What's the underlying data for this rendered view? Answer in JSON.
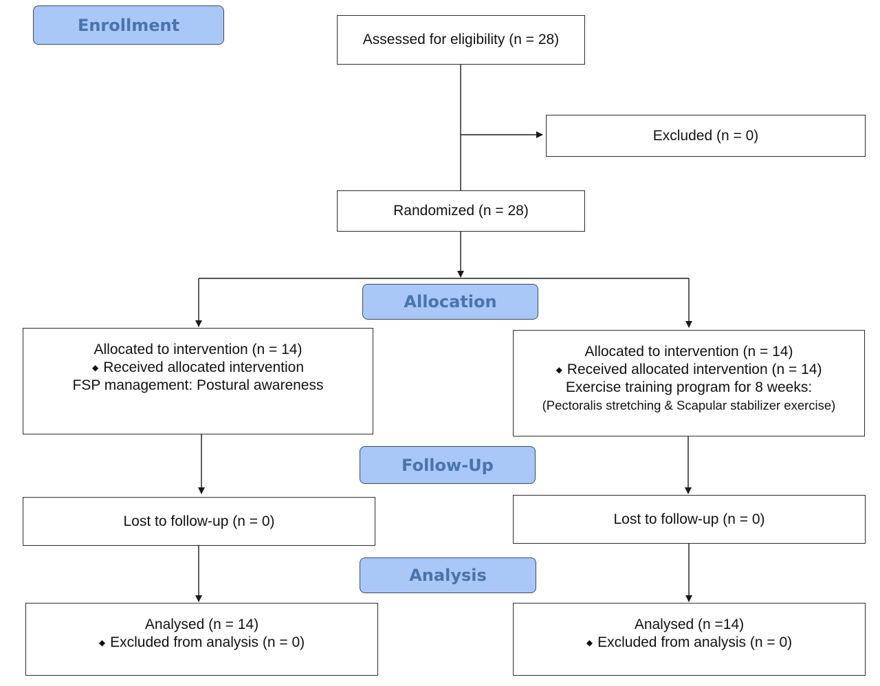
{
  "colors": {
    "stage_fill": "#a9c7f7",
    "stage_text": "#4a74ab",
    "box_border": "#2b2b2b",
    "line": "#1a1a1a"
  },
  "stages": {
    "enrollment": "Enrollment",
    "allocation": "Allocation",
    "follow_up": "Follow-Up",
    "analysis": "Analysis"
  },
  "enrollment": {
    "assessed": "Assessed for eligibility (n = 28)",
    "excluded": "Excluded (n = 0)",
    "randomized": "Randomized (n = 28)"
  },
  "left_arm": {
    "allocated": "Allocated to intervention (n = 14)",
    "received": "Received allocated intervention",
    "description": "FSP management: Postural awareness",
    "lost": "Lost to follow-up (n = 0)",
    "analysed": "Analysed (n = 14)",
    "excluded_analysis": "Excluded from analysis (n = 0)"
  },
  "right_arm": {
    "allocated": "Allocated to intervention (n = 14)",
    "received": "Received allocated intervention (n = 14)",
    "description": "Exercise training program for 8 weeks:",
    "detail": "(Pectoralis stretching & Scapular stabilizer exercise)",
    "lost": "Lost to follow-up (n = 0)",
    "analysed": "Analysed (n =14)",
    "excluded_analysis": "Excluded from analysis (n = 0)"
  },
  "icons": {
    "bullet": "diamond-bullet-icon",
    "arrow": "arrowhead-icon"
  }
}
